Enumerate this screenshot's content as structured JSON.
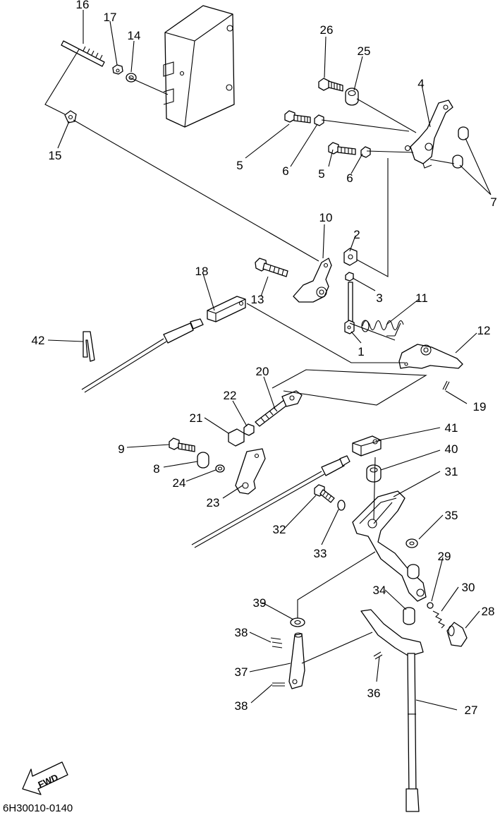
{
  "diagram_code": "6H30010-0140",
  "fwd_label": "FWD",
  "callouts": [
    {
      "id": "c1",
      "text": "1"
    },
    {
      "id": "c2",
      "text": "2"
    },
    {
      "id": "c3",
      "text": "3"
    },
    {
      "id": "c4",
      "text": "4"
    },
    {
      "id": "c5a",
      "text": "5"
    },
    {
      "id": "c5b",
      "text": "5"
    },
    {
      "id": "c6a",
      "text": "6"
    },
    {
      "id": "c6b",
      "text": "6"
    },
    {
      "id": "c7",
      "text": "7"
    },
    {
      "id": "c8",
      "text": "8"
    },
    {
      "id": "c9",
      "text": "9"
    },
    {
      "id": "c10",
      "text": "10"
    },
    {
      "id": "c11",
      "text": "11"
    },
    {
      "id": "c12",
      "text": "12"
    },
    {
      "id": "c13",
      "text": "13"
    },
    {
      "id": "c14",
      "text": "14"
    },
    {
      "id": "c15",
      "text": "15"
    },
    {
      "id": "c16",
      "text": "16"
    },
    {
      "id": "c17",
      "text": "17"
    },
    {
      "id": "c18",
      "text": "18"
    },
    {
      "id": "c19",
      "text": "19"
    },
    {
      "id": "c20",
      "text": "20"
    },
    {
      "id": "c21",
      "text": "21"
    },
    {
      "id": "c22",
      "text": "22"
    },
    {
      "id": "c23",
      "text": "23"
    },
    {
      "id": "c24",
      "text": "24"
    },
    {
      "id": "c25",
      "text": "25"
    },
    {
      "id": "c26",
      "text": "26"
    },
    {
      "id": "c27",
      "text": "27"
    },
    {
      "id": "c28",
      "text": "28"
    },
    {
      "id": "c29",
      "text": "29"
    },
    {
      "id": "c30",
      "text": "30"
    },
    {
      "id": "c31",
      "text": "31"
    },
    {
      "id": "c32",
      "text": "32"
    },
    {
      "id": "c33",
      "text": "33"
    },
    {
      "id": "c34",
      "text": "34"
    },
    {
      "id": "c35",
      "text": "35"
    },
    {
      "id": "c36",
      "text": "36"
    },
    {
      "id": "c37",
      "text": "37"
    },
    {
      "id": "c38a",
      "text": "38"
    },
    {
      "id": "c38b",
      "text": "38"
    },
    {
      "id": "c39",
      "text": "39"
    },
    {
      "id": "c40",
      "text": "40"
    },
    {
      "id": "c41",
      "text": "41"
    },
    {
      "id": "c42",
      "text": "42"
    }
  ]
}
